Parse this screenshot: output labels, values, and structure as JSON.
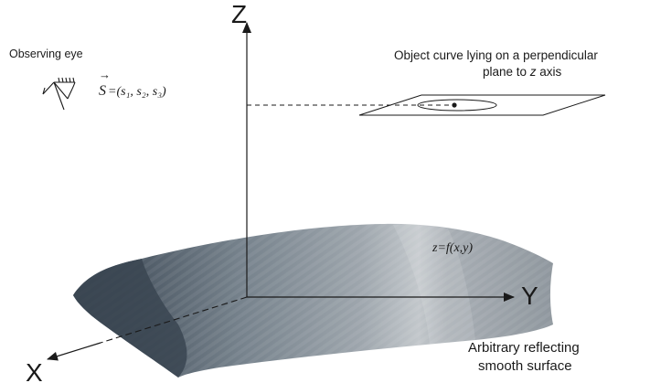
{
  "axes": {
    "z_label": "Z",
    "y_label": "Y",
    "x_label": "X"
  },
  "eye": {
    "label": "Observing eye",
    "vector_symbol": "S",
    "vector_expression": "=(s₁, s₂, s₃)"
  },
  "object_curve": {
    "label_line1": "Object curve lying on a perpendicular",
    "label_line2_prefix": "plane to ",
    "label_line2_italic": "z",
    "label_line2_suffix": " axis"
  },
  "surface": {
    "equation": "z=f(x,y)",
    "label_line1": "Arbitrary reflecting",
    "label_line2": "smooth surface"
  },
  "colors": {
    "surface_dark": "#3c4753",
    "surface_mid": "#6f7b86",
    "surface_light": "#b9bfc4",
    "lines": "#1a1a1a"
  }
}
